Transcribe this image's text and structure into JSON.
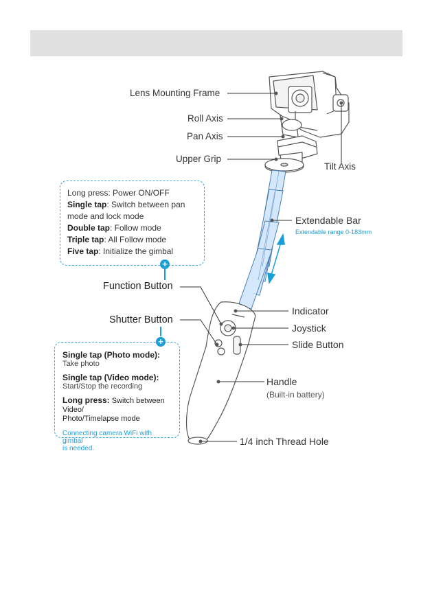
{
  "labels": {
    "lens_mounting_frame": "Lens Mounting Frame",
    "roll_axis": "Roll Axis",
    "pan_axis": "Pan Axis",
    "upper_grip": "Upper Grip",
    "tilt_axis": "Tilt Axis",
    "extendable_bar": "Extendable Bar",
    "extendable_range": "Extendable range 0-183mm",
    "function_button": "Function Button",
    "shutter_button": "Shutter Button",
    "indicator": "Indicator",
    "joystick": "Joystick",
    "slide_button": "Slide Button",
    "handle": "Handle",
    "handle_note": "(Built-in battery)",
    "thread_hole": "1/4 inch Thread Hole"
  },
  "function_box": {
    "long_press": "Long press: Power ON/OFF",
    "single_tap_key": "Single tap",
    "single_tap_text": ": Switch between pan",
    "single_tap_text2": "mode and lock mode",
    "double_tap_key": "Double tap",
    "double_tap_text": ": Follow mode",
    "triple_tap_key": "Triple tap",
    "triple_tap_text": ": All Follow mode",
    "five_tap_key": "Five tap",
    "five_tap_text": ": Initialize the gimbal"
  },
  "shutter_box": {
    "photo_title": "Single tap (Photo mode):",
    "photo_desc": "Take photo",
    "video_title": "Single tap (Video mode):",
    "video_desc": "Start/Stop the recording",
    "long_press_key": "Long press:",
    "long_press_text": " Switch between Video/",
    "long_press_text2": "Photo/Timelapse mode",
    "note_line1": "Connecting camera WiFi with gimbal",
    "note_line2": "is needed."
  },
  "colors": {
    "accent": "#1a9ed8",
    "header_bar": "#e0e0e0"
  }
}
